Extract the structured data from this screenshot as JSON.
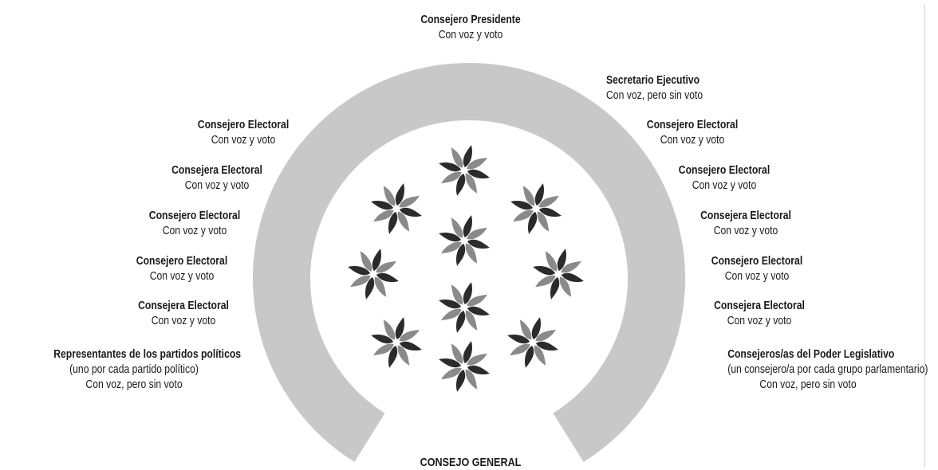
{
  "diagram": {
    "colors": {
      "arc": "#c8c8c8",
      "petal_dark": "#2b2b2b",
      "petal_light": "#8a8a8a",
      "text": "#1a1a1a"
    },
    "council_name": "CONSEJO GENERAL",
    "members": {
      "president": {
        "title": "Consejero Presidente",
        "sub": "Con voz y voto"
      },
      "secretary": {
        "title": "Secretario Ejecutivo",
        "sub": "Con voz, pero sin voto"
      },
      "left": [
        {
          "title": "Consejero Electoral",
          "sub": "Con voz y voto"
        },
        {
          "title": "Consejera Electoral",
          "sub": "Con voz y voto"
        },
        {
          "title": "Consejero Electoral",
          "sub": "Con voz y voto"
        },
        {
          "title": "Consejero Electoral",
          "sub": "Con voz y voto"
        },
        {
          "title": "Consejera Electoral",
          "sub": "Con voz y voto"
        }
      ],
      "right": [
        {
          "title": "Consejero Electoral",
          "sub": "Con voz y voto"
        },
        {
          "title": "Consejero Electoral",
          "sub": "Con voz y voto"
        },
        {
          "title": "Consejera Electoral",
          "sub": "Con voz y voto"
        },
        {
          "title": "Consejero Electoral",
          "sub": "Con voz y voto"
        },
        {
          "title": "Consejera Electoral",
          "sub": "Con voz y voto"
        }
      ],
      "parties": {
        "title": "Representantes de los partidos políticos",
        "sub": "(uno por cada partido político)",
        "sub2": "Con voz, pero sin voto"
      },
      "legislative": {
        "title": "Consejeros/as del Poder Legislativo",
        "sub": "(un consejero/a por cada grupo parlamentario)",
        "sub2": "Con voz, pero sin voto"
      }
    }
  }
}
